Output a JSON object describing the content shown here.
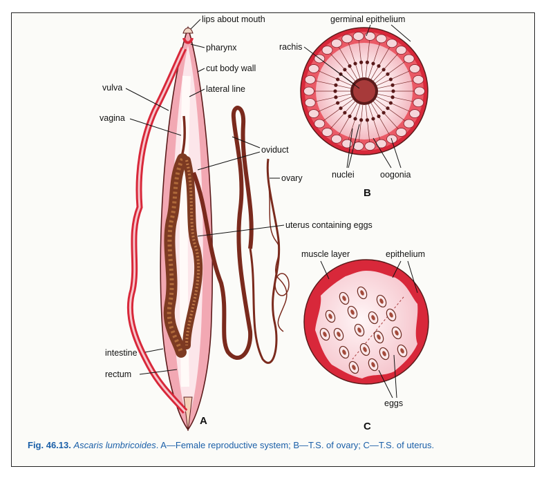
{
  "labels": {
    "lips": "lips about mouth",
    "pharynx": "pharynx",
    "cut_wall": "cut body wall",
    "lateral_line": "lateral line",
    "vulva": "vulva",
    "vagina": "vagina",
    "oviduct": "oviduct",
    "ovary": "ovary",
    "uterus": "uterus containing eggs",
    "intestine": "intestine",
    "rectum": "rectum",
    "germinal": "germinal epithelium",
    "rachis": "rachis",
    "nuclei": "nuclei",
    "oogonia": "oogonia",
    "muscle_layer": "muscle layer",
    "epithelium": "epithelium",
    "eggs": "eggs"
  },
  "panels": {
    "a": "A",
    "b": "B",
    "c": "C"
  },
  "caption": {
    "fig": "Fig. 46.13.",
    "species": "Ascaris lumbricoides",
    "text": ". A—Female reproductive system; B—T.S. of ovary; C—T.S. of uterus."
  },
  "colors": {
    "red": "#d8283a",
    "pink": "#f2a8b3",
    "dark": "#6b2a20",
    "caption": "#1a5fa8"
  }
}
